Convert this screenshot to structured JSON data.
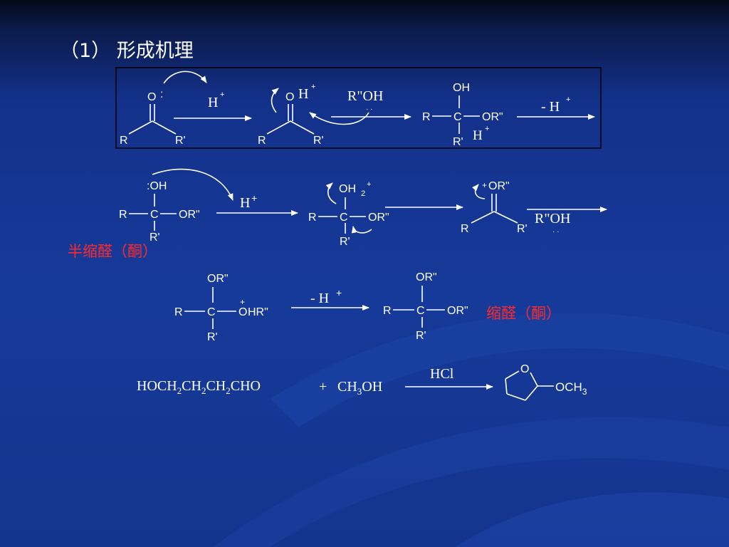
{
  "title": "（1） 形成机理",
  "labels": {
    "hemiacetal": "半缩醛（酮）",
    "acetal": "缩醛（酮）"
  },
  "atoms": {
    "R": "R",
    "R1": "R'",
    "C": "C",
    "O": "O",
    "OH": "OH",
    "ColonOH": ":OH",
    "ORpp": "OR\"",
    "OH2": "OH",
    "sub2": "2",
    "sub3": "3",
    "plus": "+",
    "colon": ":",
    "dots": "· ·",
    "HRpp": "HR\"",
    "OCH": "OCH"
  },
  "reagents": {
    "H": "H",
    "ROH": "R\"OH",
    "minusH": "- H",
    "HCl": "HCl",
    "plus_sign": "+",
    "HOCH": "HOCH",
    "CH2": "CH",
    "CHO": "CHO",
    "CH3OH_a": "CH",
    "CH3OH_b": "OH"
  }
}
